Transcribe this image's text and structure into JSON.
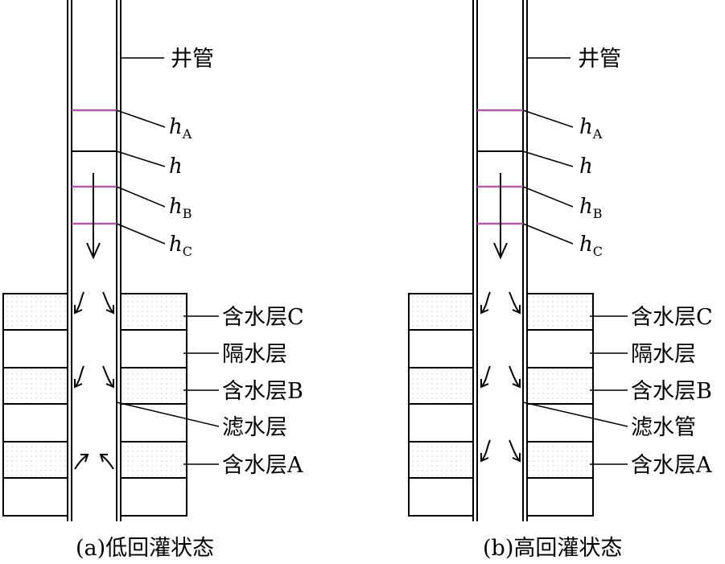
{
  "colors": {
    "line": "#000000",
    "head_marker": "#b05aa8",
    "aquifer_dots": "#c9c9c9",
    "background": "#ffffff"
  },
  "panels": [
    {
      "caption": "(a)低回灌状态",
      "labels": {
        "well_pipe": "井管",
        "head_A_main": "h",
        "head_A_sub": "A",
        "head_main": "h",
        "head_B_main": "h",
        "head_B_sub": "B",
        "head_C_main": "h",
        "head_C_sub": "C",
        "aquifer_C": "含水层C",
        "aquitard": "隔水层",
        "aquifer_B": "含水层B",
        "screen": "滤水层",
        "aquifer_A": "含水层A"
      },
      "flow_into_aquifer_A": false
    },
    {
      "caption": "(b)高回灌状态",
      "labels": {
        "well_pipe": "井管",
        "head_A_main": "h",
        "head_A_sub": "A",
        "head_main": "h",
        "head_B_main": "h",
        "head_B_sub": "B",
        "head_C_main": "h",
        "head_C_sub": "C",
        "aquifer_C": "含水层C",
        "aquitard": "隔水层",
        "aquifer_B": "含水层B",
        "screen": "滤水管",
        "aquifer_A": "含水层A"
      },
      "flow_into_aquifer_A": true
    }
  ]
}
